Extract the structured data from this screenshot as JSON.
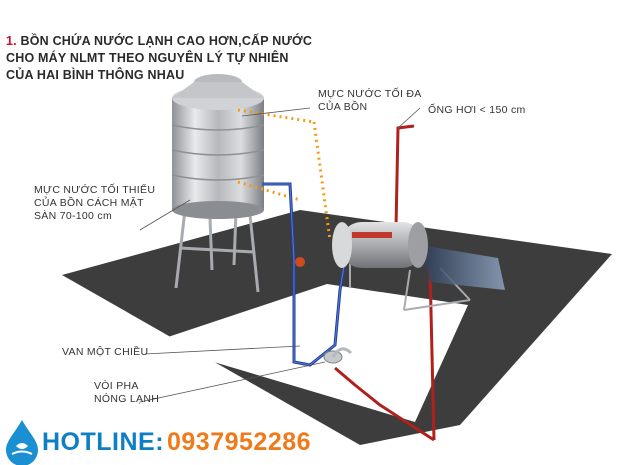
{
  "title": {
    "number": "1.",
    "lines": [
      "BỒN CHỨA NƯỚC LẠNH CAO HƠN,CẤP NƯỚC",
      "CHO MÁY NLMT THEO NGUYÊN LÝ TỰ NHIÊN",
      "CỦA HAI BÌNH THÔNG NHAU"
    ]
  },
  "labels": {
    "max_level": [
      "MỰC NƯỚC TỐI ĐA",
      "CỦA BỒN"
    ],
    "vent_pipe": "ỐNG HƠI < 150 cm",
    "min_level": [
      "MỰC NƯỚC TỐI THIỂU",
      "CỦA BỒN CÁCH MẶT",
      "SÀN 70-100 cm"
    ],
    "check_valve": "VAN MỘT CHIỀU",
    "mixer_tap": [
      "VÒI PHA",
      "NÓNG LẠNH"
    ]
  },
  "hotline": {
    "label": "HOTLINE:",
    "number": "0937952286"
  },
  "colors": {
    "floor": "#3c3c3c",
    "cold_pipe": "#1f3f9a",
    "hot_pipe": "#b0201c",
    "water_level_dots": "#f39c12",
    "hotline_label": "#0d7fc2",
    "hotline_number": "#f07a1a"
  }
}
